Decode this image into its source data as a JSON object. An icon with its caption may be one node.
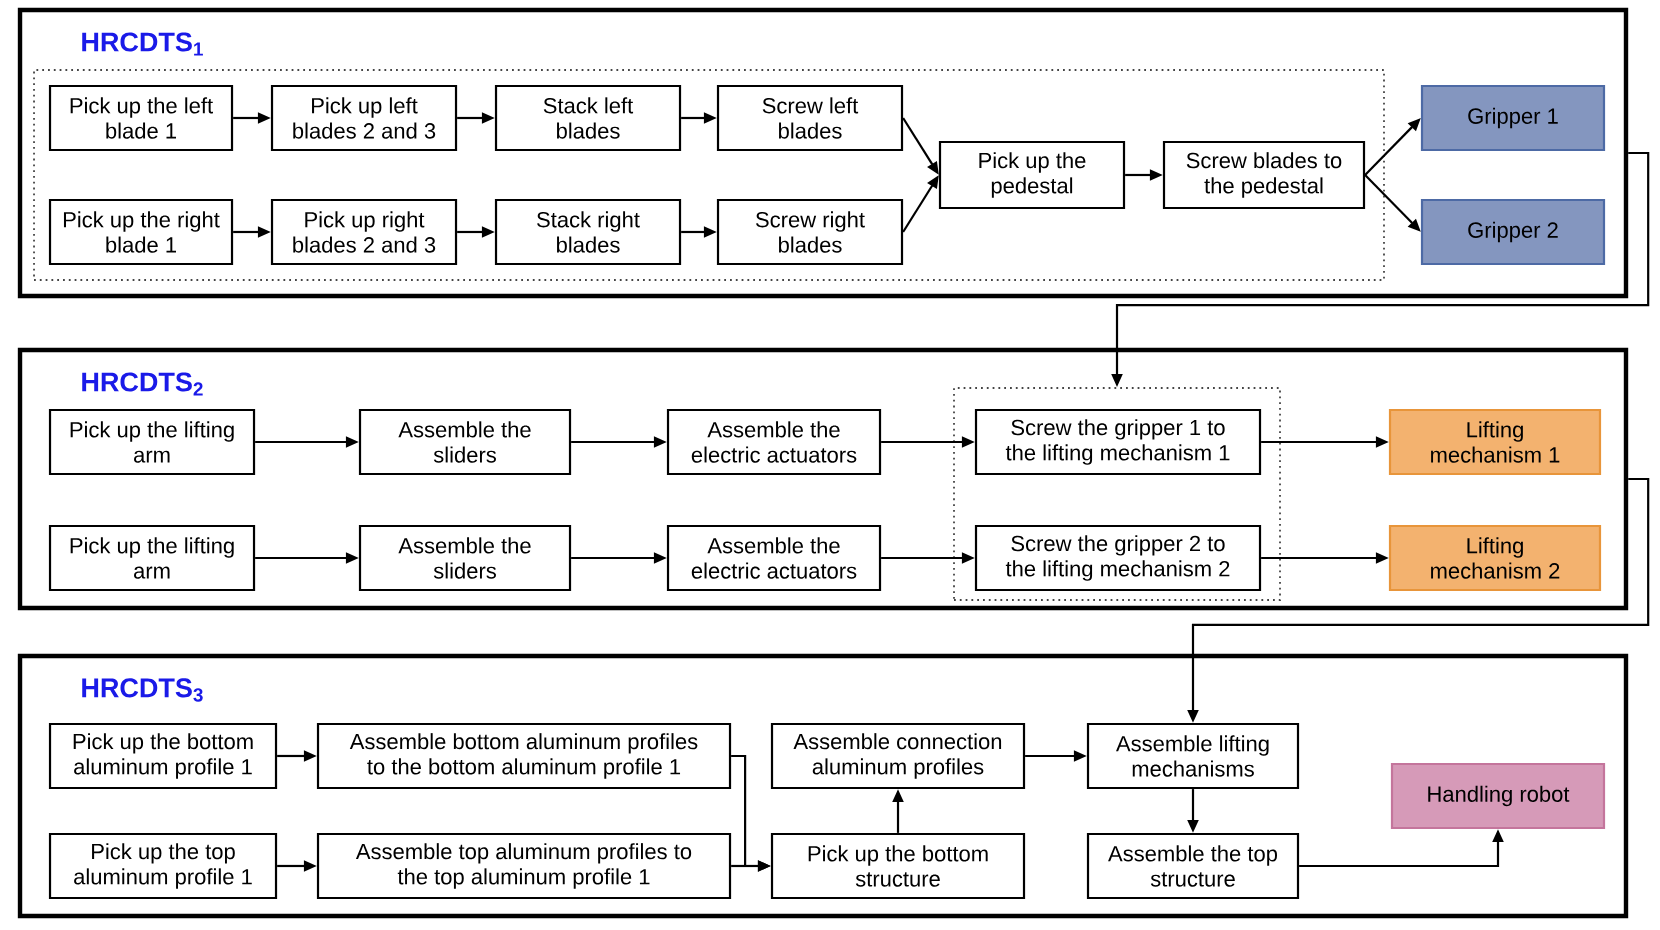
{
  "diagram": {
    "nodes": [
      {
        "text": [
          "HRCDTS$_{1}$"
        ]
      },
      {
        "text": [],
        "shape": "box",
        "in": 0
      },
      {
        "text": [
          "Pick up the left blade 1"
        ],
        "in": 1
      },
      {
        "text": [
          "Pick up left blades 2 and 3"
        ],
        "in": 1
      },
      {
        "text": [
          "Stack left blades"
        ],
        "in": 1
      },
      {
        "text": [
          "Screw left blades"
        ],
        "in": 1
      },
      {
        "text": [
          "Pick up the right blade 1"
        ],
        "in": 1
      },
      {
        "text": [
          "Pick up right blades 2 and 3"
        ],
        "in": 1
      },
      {
        "text": [
          "Stack right blades"
        ],
        "in": 1
      },
      {
        "text": [
          "Screw right blades"
        ],
        "in": 1
      },
      {
        "text": [
          "Pick up the pedestal"
        ],
        "in": 1
      },
      {
        "text": [
          "Screw blades to the pedestal"
        ],
        "in": 1
      },
      {
        "text": [
          "Gripper 1"
        ],
        "in": 0
      },
      {
        "text": [
          "Gripper 2"
        ],
        "in": 0
      },
      {
        "text": [
          "HRCDTS$_{2}$"
        ]
      },
      {
        "text": [
          "Pick up the lifting arm"
        ],
        "in": 14
      },
      {
        "text": [
          "Assemble the sliders"
        ],
        "in": 14
      },
      {
        "text": [
          "Assemble the electric actuators"
        ],
        "in": 14
      },
      {
        "text": [],
        "shape": "box",
        "in": 14
      },
      {
        "text": [
          "Screw the gripper 1 to the lifting mechanism 1"
        ],
        "in": 18
      },
      {
        "text": [
          "Lifting mechanism 1"
        ],
        "in": 14
      },
      {
        "text": [
          "Pick up the lifting arm"
        ],
        "in": 14
      },
      {
        "text": [
          "Assemble the sliders"
        ],
        "in": 14
      },
      {
        "text": [
          "Assemble the electric actuators"
        ],
        "in": 14
      },
      {
        "text": [
          "Screw the gripper 2 to the lifting mechanism 2"
        ],
        "in": 18
      },
      {
        "text": [
          "Lifting mechanism 2"
        ],
        "in": 14
      },
      {
        "text": [
          "HRCDTS$_{3}$"
        ]
      },
      {
        "text": [
          "Pick up the bottom aluminum profile 1"
        ],
        "in": 26
      },
      {
        "text": [
          "Assemble bottom aluminum profiles to the bottom aluminum profile 1"
        ],
        "in": 26
      },
      {
        "text": [
          "Assemble connection aluminum profiles"
        ],
        "in": 26
      },
      {
        "text": [
          "Assemble lifting mechanisms"
        ],
        "in": 26
      },
      {
        "text": [
          "Pick up the top aluminum profile 1"
        ],
        "in": 26
      },
      {
        "text": [
          "Assemble top aluminum profiles to the top aluminum profile 1"
        ],
        "in": 26
      },
      {
        "text": [
          "Pick up the bottom structure"
        ],
        "in": 26
      },
      {
        "text": [
          "Assemble the top structure"
        ],
        "in": 26
      },
      {
        "text": [
          "Handling robot"
        ],
        "in": 26
      }
    ],
    "edges": [
      {
        "from": 2,
        "to": 3,
        "arrow": "to"
      },
      {
        "from": 3,
        "to": 4,
        "arrow": "to"
      },
      {
        "from": 4,
        "to": 5,
        "arrow": "to"
      },
      {
        "from": 5,
        "to": 10,
        "arrow": "to"
      },
      {
        "from": 6,
        "to": 7,
        "arrow": "to"
      },
      {
        "from": 7,
        "to": 8,
        "arrow": "to"
      },
      {
        "from": 8,
        "to": 9,
        "arrow": "to"
      },
      {
        "from": 9,
        "to": 10,
        "arrow": "to"
      },
      {
        "from": 10,
        "to": 11,
        "arrow": "to"
      },
      {
        "from": 11,
        "to": 12,
        "arrow": "to"
      },
      {
        "from": 11,
        "to": 13,
        "arrow": "to"
      },
      {
        "from": 0,
        "to": 18,
        "arrow": "to"
      },
      {
        "from": 15,
        "to": 16,
        "arrow": "to"
      },
      {
        "from": 16,
        "to": 17,
        "arrow": "to"
      },
      {
        "from": 17,
        "to": 19,
        "arrow": "to"
      },
      {
        "from": 19,
        "to": 20,
        "arrow": "to"
      },
      {
        "from": 21,
        "to": 22,
        "arrow": "to"
      },
      {
        "from": 22,
        "to": 23,
        "arrow": "to"
      },
      {
        "from": 23,
        "to": 24,
        "arrow": "to"
      },
      {
        "from": 24,
        "to": 25,
        "arrow": "to"
      },
      {
        "from": 14,
        "to": 30,
        "arrow": "to"
      },
      {
        "from": 27,
        "to": 28,
        "arrow": "to"
      },
      {
        "from": 28,
        "to": 33,
        "arrow": "to"
      },
      {
        "from": 31,
        "to": 32,
        "arrow": "to"
      },
      {
        "from": 32,
        "to": 33,
        "arrow": "to"
      },
      {
        "from": 33,
        "to": 29,
        "arrow": "to"
      },
      {
        "from": 29,
        "to": 30,
        "arrow": "to"
      },
      {
        "from": 30,
        "to": 34,
        "arrow": "to"
      },
      {
        "from": 34,
        "to": 35,
        "arrow": "to"
      }
    ]
  }
}
